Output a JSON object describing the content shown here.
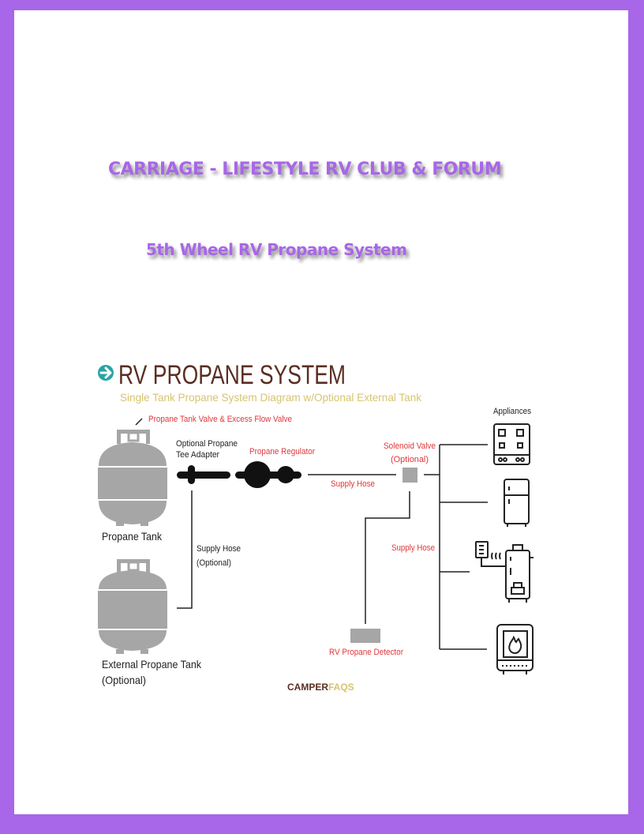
{
  "header": {
    "title": "CARRIAGE - LIFESTYLE RV CLUB & FORUM",
    "subtitle": "5th Wheel RV Propane System"
  },
  "colors": {
    "border": "#a866e8",
    "heading_text": "#a866e8",
    "diagram_title": "#5a2e22",
    "diagram_subtitle": "#d6c46e",
    "label_red": "#e0363a",
    "label_dark": "#222222",
    "tank_gray": "#a6a6a6",
    "arrow_teal": "#2aa3a3"
  },
  "diagram": {
    "title": "RV PROPANE SYSTEM",
    "subtitle": "Single Tank Propane System Diagram w/Optional External Tank",
    "labels": {
      "tank_valve": "Propane Tank Valve & Excess Flow Valve",
      "tee_adapter_line1": "Optional Propane",
      "tee_adapter_line2": "Tee Adapter",
      "regulator": "Propane Regulator",
      "supply_hose_main": "Supply Hose",
      "solenoid_line1": "Solenoid Valve",
      "solenoid_line2": "(Optional)",
      "appliances": "Appliances",
      "propane_tank": "Propane Tank",
      "supply_hose_optional_line1": "Supply Hose",
      "supply_hose_optional_line2": "(Optional)",
      "supply_hose_appliances": "Supply Hose",
      "external_tank_line1": "External Propane Tank",
      "external_tank_line2": "(Optional)",
      "detector": "RV Propane Detector"
    },
    "appliances": [
      "stove-icon",
      "refrigerator-icon",
      "water-heater-icon",
      "furnace-icon"
    ],
    "brand": {
      "part1": "CAMPER",
      "part2": "FAQS"
    }
  }
}
